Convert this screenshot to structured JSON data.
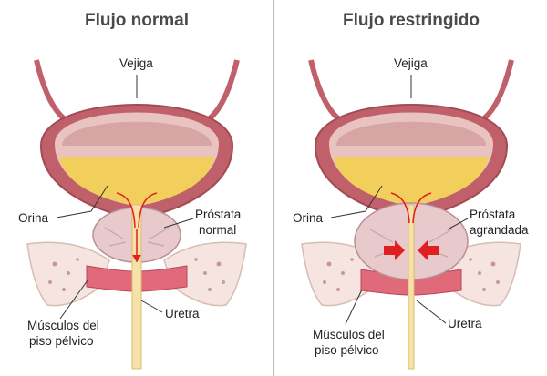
{
  "panels": [
    {
      "title": "Flujo normal",
      "labels": {
        "bladder": "Vejiga",
        "urine": "Orina",
        "prostate_line1": "Próstata",
        "prostate_line2": "normal",
        "urethra": "Uretra",
        "muscles_line1": "Músculos del",
        "muscles_line2": "piso pélvico"
      }
    },
    {
      "title": "Flujo restringido",
      "labels": {
        "bladder": "Vejiga",
        "urine": "Orina",
        "prostate_line1": "Próstata",
        "prostate_line2": "agrandada",
        "urethra": "Uretra",
        "muscles_line1": "Músculos del",
        "muscles_line2": "piso pélvico"
      }
    }
  ],
  "colors": {
    "bladder_wall": "#c0606a",
    "bladder_inner": "#e9c3c0",
    "urine": "#f2cf5a",
    "prostate": "#e8c9cc",
    "bone": "#f5e4df",
    "muscle": "#e06a7a",
    "urethra": "#f6e2a8",
    "arrow_red": "#e02020"
  }
}
